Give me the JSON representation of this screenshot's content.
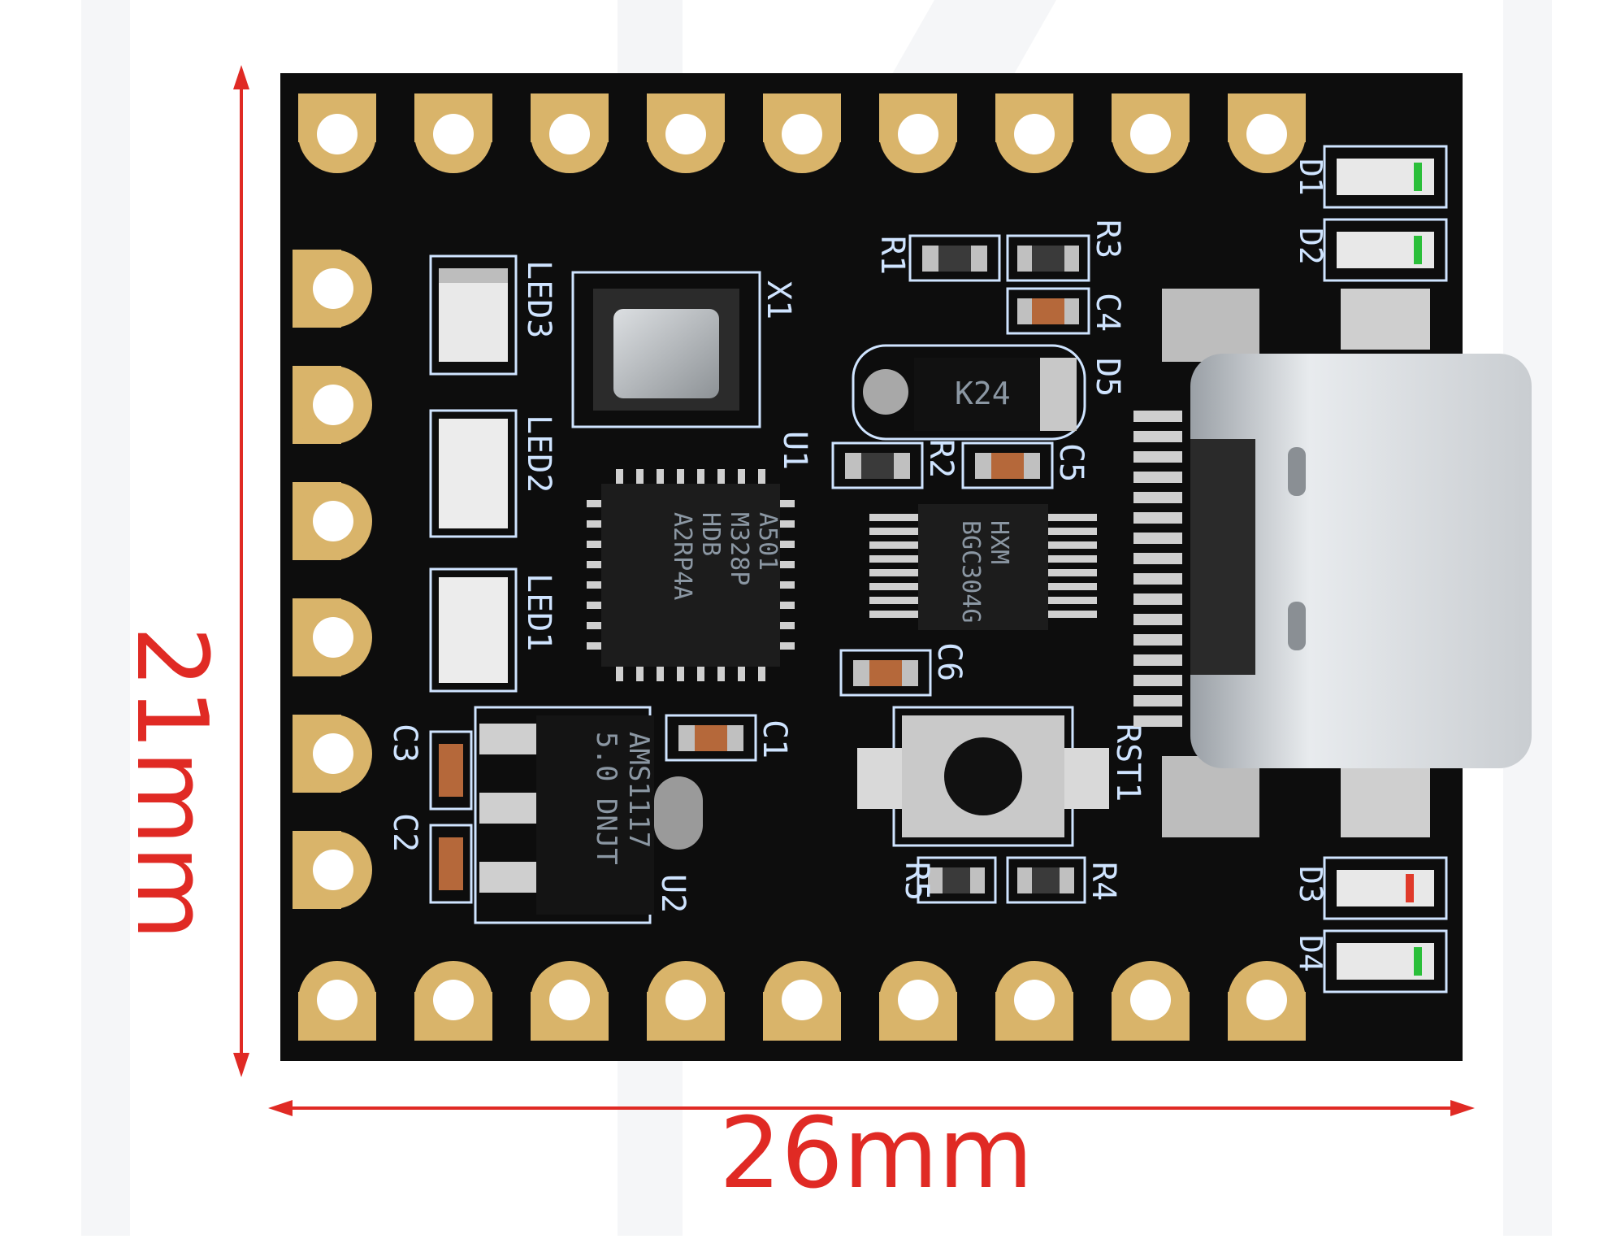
{
  "dimensions": {
    "width_label": "26mm",
    "height_label": "21mm",
    "arrow_color": "#e02a24"
  },
  "board": {
    "pcb_color": "#0d0d0d",
    "pad_color": "#d9b46a",
    "silkscreen_color": "#cfe4ff",
    "top_pin_count": 9,
    "bottom_pin_count": 9,
    "left_pin_count": 6
  },
  "silkscreen": {
    "led3": "LED3",
    "led2": "LED2",
    "led1": "LED1",
    "x1": "X1",
    "r1": "R1",
    "r3": "R3",
    "c4": "C4",
    "d5": "D5",
    "u1": "U1",
    "r2": "R2",
    "c5": "C5",
    "c6": "C6",
    "c1": "C1",
    "c3": "C3",
    "c2": "C2",
    "u2": "U2",
    "r5": "R5",
    "r4": "R4",
    "rst1": "RST1",
    "d1": "D1",
    "d2": "D2",
    "d3": "D3",
    "d4": "D4"
  },
  "chips": {
    "mcu_line1": "A501",
    "mcu_line2": "M328P",
    "mcu_line3": "HDB",
    "mcu_line4": "A2RP4A",
    "usb_chip_line1": "HXM",
    "usb_chip_line2": "BGC304G",
    "regulator_line1": "AMS1117",
    "regulator_line2": "5.0 DNJT",
    "diode_mark": "K24"
  }
}
